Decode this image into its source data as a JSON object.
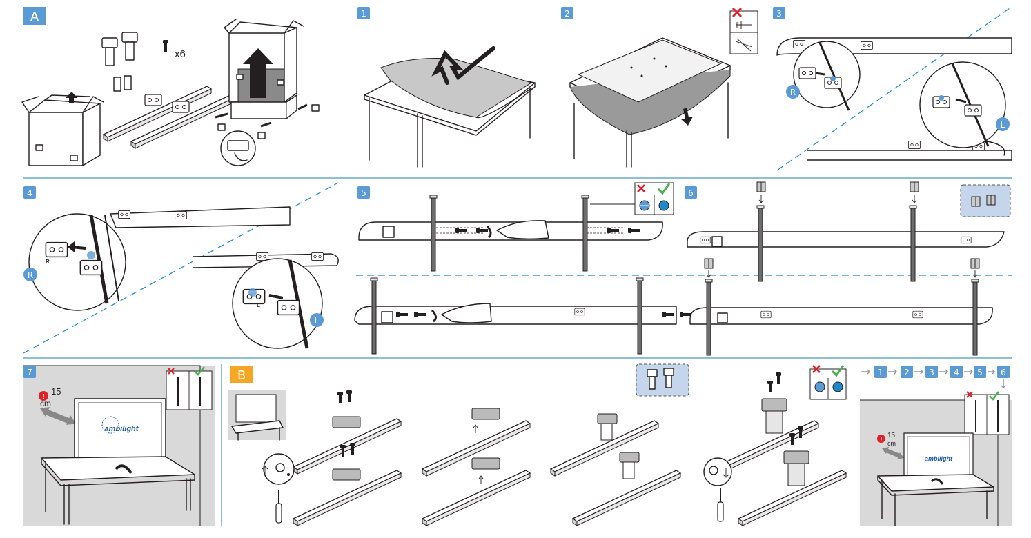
{
  "colors": {
    "step_badge": "#5b9bd5",
    "section_b_badge": "#f5a623",
    "divider": "#1e7fa6",
    "dashed_line": "#1e88c8",
    "bg_panel": "#d9d9d9",
    "tray_bg": "#c5d5ec",
    "cross_red": "#e0202b",
    "check_green": "#4caf50",
    "warning_red": "#e0202b",
    "ambilight_blue": "#1e5aa8"
  },
  "section_a": {
    "badge": "A",
    "screw_count": "x6"
  },
  "steps": {
    "s1": "1",
    "s2": "2",
    "s3": "3",
    "s4": "4",
    "s5": "5",
    "s6": "6",
    "s7": "7"
  },
  "side_labels": {
    "right": "R",
    "left": "L",
    "r_small": "R",
    "l_small": "L"
  },
  "step7": {
    "distance_value": "15",
    "distance_unit": "cm",
    "logo_text": "ambilight"
  },
  "section_b": {
    "badge": "B"
  },
  "sequence": {
    "items": [
      "1",
      "2",
      "3",
      "4",
      "5",
      "6"
    ],
    "distance_value": "15",
    "distance_unit": "cm",
    "logo_text": "ambilight"
  },
  "icons": [
    "cross-icon",
    "check-icon",
    "arrow-icon",
    "screwdriver-icon",
    "screw-icon",
    "warning-icon",
    "blue-dot-icon"
  ]
}
